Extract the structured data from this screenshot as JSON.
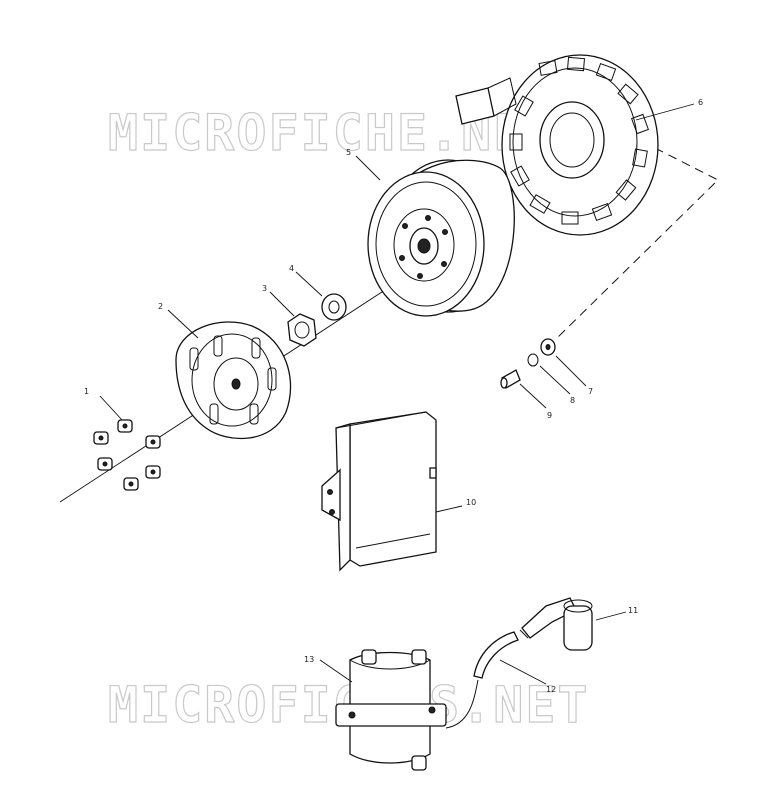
{
  "watermarks": {
    "top": "MICROFICHE.NET",
    "bottom": "MICROFICHES.NET"
  },
  "callouts": [
    {
      "id": "1",
      "label": "1"
    },
    {
      "id": "2",
      "label": "2"
    },
    {
      "id": "3",
      "label": "3"
    },
    {
      "id": "4",
      "label": "4"
    },
    {
      "id": "5",
      "label": "5"
    },
    {
      "id": "6",
      "label": "6"
    },
    {
      "id": "7",
      "label": "7"
    },
    {
      "id": "8",
      "label": "8"
    },
    {
      "id": "9",
      "label": "9"
    },
    {
      "id": "10",
      "label": "10"
    },
    {
      "id": "11",
      "label": "11"
    },
    {
      "id": "12",
      "label": "12"
    },
    {
      "id": "13",
      "label": "13"
    }
  ]
}
